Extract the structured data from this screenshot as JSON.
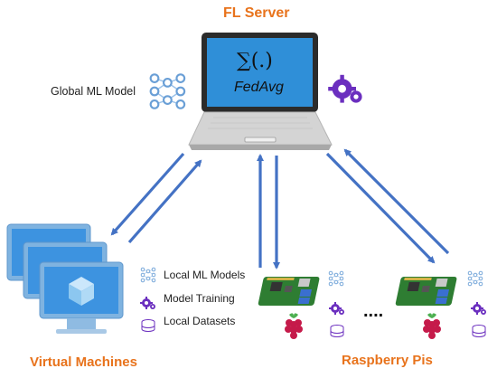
{
  "server": {
    "title": "FL Server",
    "screen_formula": "∑(.)",
    "screen_label": "FedAvg",
    "global_model_label": "Global ML Model"
  },
  "clients": {
    "vm_label": "Virtual Machines",
    "pi_label": "Raspberry Pis",
    "ellipsis": "....",
    "legend": [
      {
        "icon": "neural-network-icon",
        "text": "Local ML Models"
      },
      {
        "icon": "gears-icon",
        "text": "Model Training"
      },
      {
        "icon": "database-icon",
        "text": "Local Datasets"
      }
    ]
  },
  "colors": {
    "title": "#e8731c",
    "arrow": "#4472c4",
    "gear": "#6b2fbf",
    "neural": "#6a9fd6",
    "screen": "#2f8fd8",
    "pcb": "#2e7d32",
    "raspberry": "#c51a4a"
  }
}
